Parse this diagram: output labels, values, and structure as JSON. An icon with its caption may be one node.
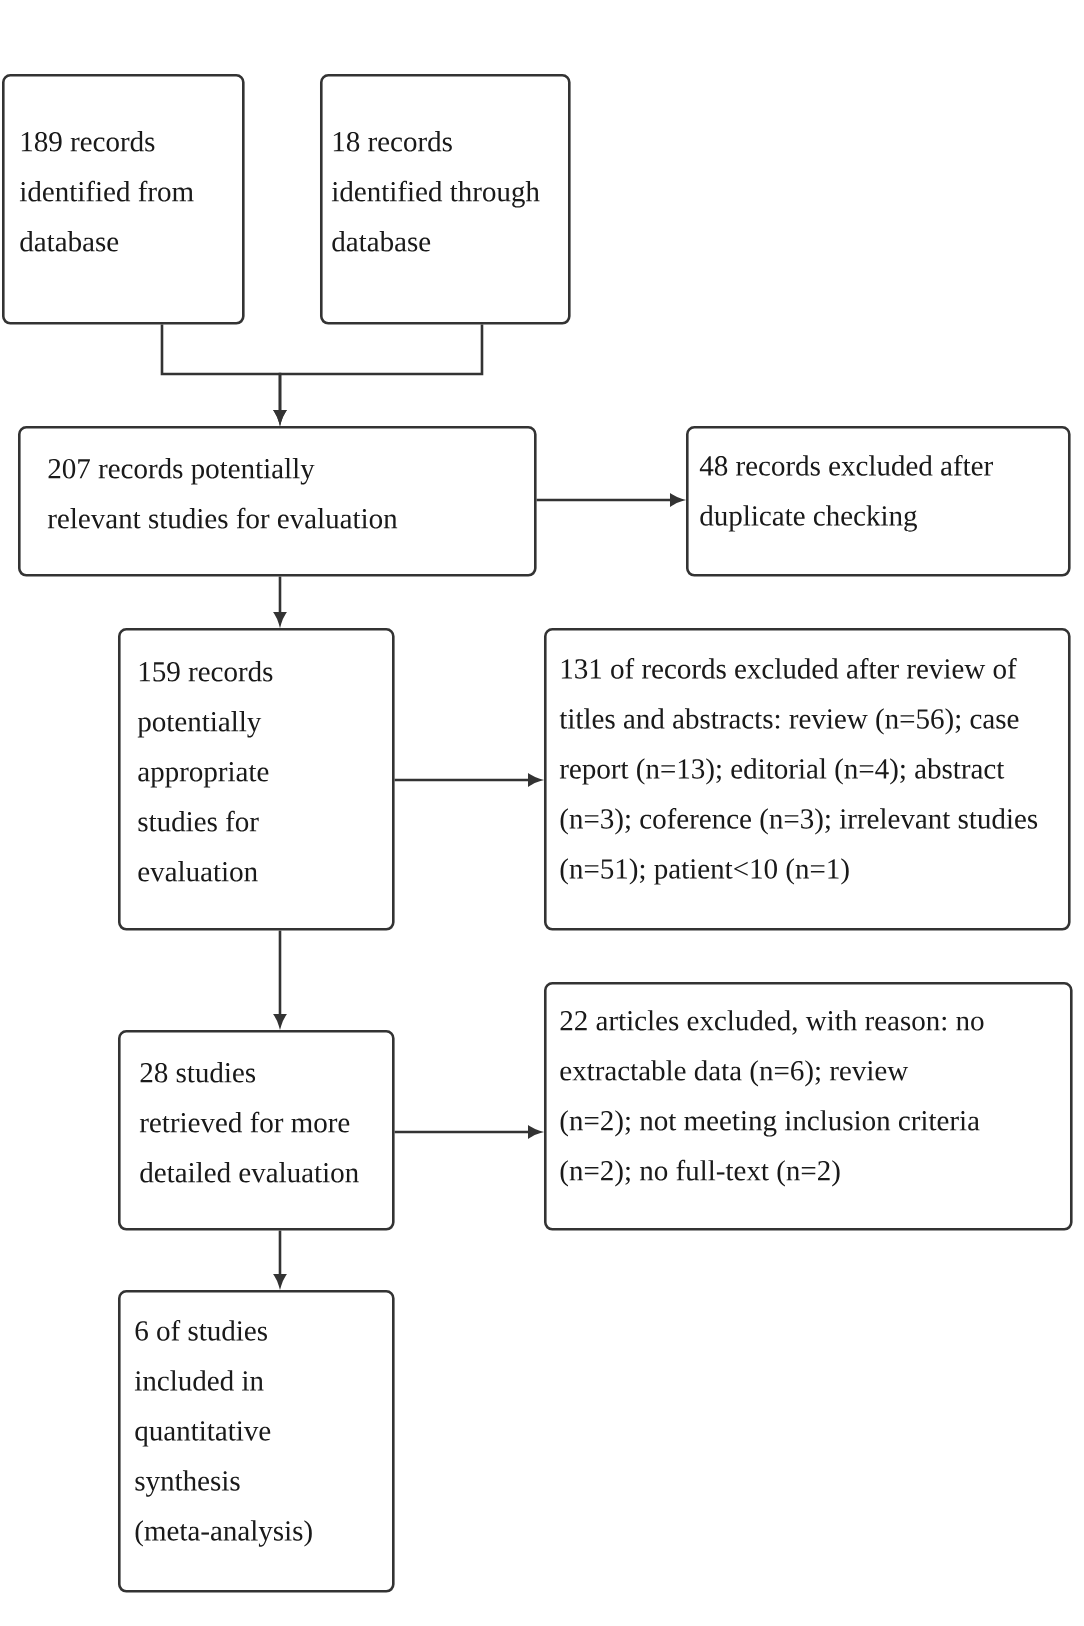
{
  "diagram": {
    "nodes": [
      {
        "text": [
          "189 records identified from database"
        ]
      },
      {
        "text": [
          "18 records identified through database"
        ]
      },
      {
        "text": [
          "207 records potentially relevant studies for evaluation"
        ]
      },
      {
        "text": [
          "48 records excluded after duplicate checking"
        ]
      },
      {
        "text": [
          "159 records potentially appropriate studies for evaluation"
        ]
      },
      {
        "text": [
          "131 of records excluded after review of titles and abstracts: review (n=56); case report (n=13); editorial (n=4); abstract (n=3); coference (n=3); irrelevant studies (n=51); patient<10 (n=1)"
        ]
      },
      {
        "text": [
          "28 studies retrieved for more detailed evaluation"
        ]
      },
      {
        "text": [
          "22 articles excluded, with reason: no extractable data (n=6); review (n=2); not meeting inclusion criteria (n=2); no full-text (n=2)"
        ]
      },
      {
        "text": [
          "6 of studies included in quantitative synthesis (meta-analysis)"
        ]
      }
    ],
    "edges": [
      {
        "from": 0,
        "to": 2,
        "arrow": "to"
      },
      {
        "from": 1,
        "to": 2,
        "arrow": "to"
      },
      {
        "from": 2,
        "to": 3,
        "arrow": "to"
      },
      {
        "from": 2,
        "to": 4,
        "arrow": "to"
      },
      {
        "from": 4,
        "to": 5,
        "arrow": "to"
      },
      {
        "from": 4,
        "to": 6,
        "arrow": "to"
      },
      {
        "from": 6,
        "to": 7,
        "arrow": "to"
      },
      {
        "from": 6,
        "to": 8,
        "arrow": "to"
      }
    ]
  }
}
